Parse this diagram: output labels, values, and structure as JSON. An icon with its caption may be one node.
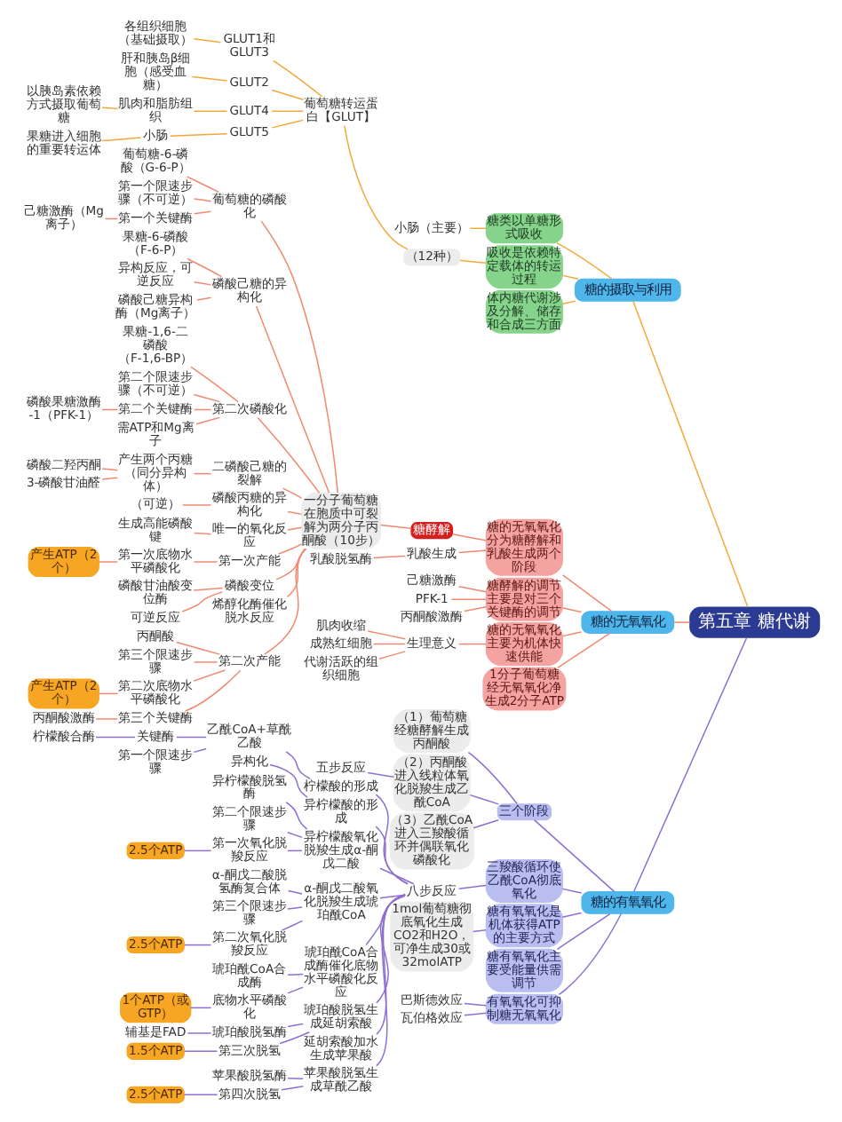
{
  "diagram": {
    "nodes": [
      {
        "text": [
          "第五章 糖代谢"
        ]
      },
      {
        "text": [
          "糖的摄取与利用"
        ]
      },
      {
        "text": [
          "糖类以单糖形式吸收"
        ]
      },
      {
        "text": [
          "小肠（主要）"
        ]
      },
      {
        "text": [
          "吸收是依赖特定载体的转运过程"
        ]
      },
      {
        "text": [
          "（12种）"
        ]
      },
      {
        "text": [
          "葡萄糖转运蛋白【GLUT】"
        ]
      },
      {
        "text": [
          "GLUT1和GLUT3"
        ]
      },
      {
        "text": [
          "各组织细胞（基础摄取）"
        ]
      },
      {
        "text": [
          "GLUT2"
        ]
      },
      {
        "text": [
          "肝和胰岛β细胞（感受血糖）"
        ]
      },
      {
        "text": [
          "GLUT4"
        ]
      },
      {
        "text": [
          "肌肉和脂肪组织"
        ]
      },
      {
        "text": [
          "以胰岛素依赖方式摄取葡萄糖"
        ]
      },
      {
        "text": [
          "GLUT5"
        ]
      },
      {
        "text": [
          "小肠"
        ]
      },
      {
        "text": [
          "果糖进入细胞的重要转运体"
        ]
      },
      {
        "text": [
          "体内糖代谢涉及分解、储存和合成三方面"
        ]
      },
      {
        "text": [
          "糖的无氧氧化"
        ]
      },
      {
        "text": [
          "糖的无氧氧化分为糖酵解和乳酸生成两个阶段"
        ]
      },
      {
        "text": [
          "糖酵解"
        ]
      },
      {
        "text": [
          "一分子葡萄糖在胞质中可裂解为两分子丙酮酸（10步）"
        ]
      },
      {
        "text": [
          "葡萄糖的磷酸化"
        ]
      },
      {
        "text": [
          "葡萄糖-6-磷酸（G-6-P）"
        ]
      },
      {
        "text": [
          "第一个限速步骤（不可逆）"
        ]
      },
      {
        "text": [
          "第一个关键酶"
        ]
      },
      {
        "text": [
          "己糖激酶（Mg离子）"
        ]
      },
      {
        "text": [
          "磷酸己糖的异构化"
        ]
      },
      {
        "text": [
          "果糖-6-磷酸（F-6-P）"
        ]
      },
      {
        "text": [
          "异构反应，可逆反应"
        ]
      },
      {
        "text": [
          "磷酸己糖异构酶（Mg离子）"
        ]
      },
      {
        "text": [
          "第二次磷酸化"
        ]
      },
      {
        "text": [
          "果糖-1,6-二磷酸（F-1,6-BP）"
        ]
      },
      {
        "text": [
          "第二个限速步骤（不可逆）"
        ]
      },
      {
        "text": [
          "第二个关键酶"
        ]
      },
      {
        "text": [
          "磷酸果糖激酶-1（PFK-1）"
        ]
      },
      {
        "text": [
          "需ATP和Mg离子"
        ]
      },
      {
        "text": [
          "二磷酸己糖的裂解"
        ]
      },
      {
        "text": [
          "产生两个丙糖（同分异构体）"
        ]
      },
      {
        "text": [
          "磷酸二羟丙酮"
        ]
      },
      {
        "text": [
          "3-磷酸甘油醛"
        ]
      },
      {
        "text": [
          "磷酸丙糖的异构化"
        ]
      },
      {
        "text": [
          "（可逆）"
        ]
      },
      {
        "text": [
          "唯一的氧化反应"
        ]
      },
      {
        "text": [
          "生成高能磷酸键"
        ]
      },
      {
        "text": [
          "第一次产能"
        ]
      },
      {
        "text": [
          "第一次底物水平磷酸化"
        ]
      },
      {
        "text": [
          "产生ATP（2个）"
        ]
      },
      {
        "text": [
          "磷酸变位"
        ]
      },
      {
        "text": [
          "磷酸甘油酸变位酶"
        ]
      },
      {
        "text": [
          "可逆反应"
        ]
      },
      {
        "text": [
          "烯醇化酶催化脱水反应"
        ]
      },
      {
        "text": [
          "第二次产能"
        ]
      },
      {
        "text": [
          "丙酮酸"
        ]
      },
      {
        "text": [
          "第三个限速步骤"
        ]
      },
      {
        "text": [
          "第二次底物水平磷酸化"
        ]
      },
      {
        "text": [
          "产生ATP（2个）"
        ]
      },
      {
        "text": [
          "第三个关键酶"
        ]
      },
      {
        "text": [
          "丙酮酸激酶"
        ]
      },
      {
        "text": [
          "乳酸生成"
        ]
      },
      {
        "text": [
          "乳酸脱氢酶"
        ]
      },
      {
        "text": [
          "糖酵解的调节主要是对三个关键酶的调节"
        ]
      },
      {
        "text": [
          "己糖激酶"
        ]
      },
      {
        "text": [
          "PFK-1"
        ]
      },
      {
        "text": [
          "丙酮酸激酶"
        ]
      },
      {
        "text": [
          "糖的无氧氧化主要为机体快速供能"
        ]
      },
      {
        "text": [
          "生理意义"
        ]
      },
      {
        "text": [
          "肌肉收缩"
        ]
      },
      {
        "text": [
          "成熟红细胞"
        ]
      },
      {
        "text": [
          "代谢活跃的组织细胞"
        ]
      },
      {
        "text": [
          "1分子葡萄糖经无氧氧化净生成2分子ATP"
        ]
      },
      {
        "text": [
          "糖的有氧氧化"
        ]
      },
      {
        "text": [
          "三个阶段"
        ]
      },
      {
        "text": [
          "（1）葡萄糖经糖酵解生成丙酮酸"
        ]
      },
      {
        "text": [
          "（2）丙酮酸进入线粒体氧化脱羧生成乙酰CoA"
        ]
      },
      {
        "text": [
          "五步反应"
        ]
      },
      {
        "text": [
          "（3）乙酰CoA进入三羧酸循环并偶联氧化磷酸化"
        ]
      },
      {
        "text": [
          "三羧酸循环使乙酰CoA彻底氧化"
        ]
      },
      {
        "text": [
          "八步反应"
        ]
      },
      {
        "text": [
          "柠檬酸的形成"
        ]
      },
      {
        "text": [
          "乙酰CoA+草酰乙酸"
        ]
      },
      {
        "text": [
          "关键酶"
        ]
      },
      {
        "text": [
          "柠檬酸合酶"
        ]
      },
      {
        "text": [
          "第一个限速步骤"
        ]
      },
      {
        "text": [
          "异柠檬酸的形成"
        ]
      },
      {
        "text": [
          "异构化"
        ]
      },
      {
        "text": [
          "异柠檬酸氧化脱羧生成α-酮戊二酸"
        ]
      },
      {
        "text": [
          "异柠檬酸脱氢酶"
        ]
      },
      {
        "text": [
          "第二个限速步骤"
        ]
      },
      {
        "text": [
          "第一次氧化脱羧反应"
        ]
      },
      {
        "text": [
          "2.5个ATP"
        ]
      },
      {
        "text": [
          "α-酮戊二酸氧化脱羧生成琥珀酰CoA"
        ]
      },
      {
        "text": [
          "α-酮戊二酸脱氢酶复合体"
        ]
      },
      {
        "text": [
          "第三个限速步骤"
        ]
      },
      {
        "text": [
          "第二次氧化脱羧反应"
        ]
      },
      {
        "text": [
          "2.5个ATP"
        ]
      },
      {
        "text": [
          "琥珀酰CoA合成酶催化底物水平磷酸化反应"
        ]
      },
      {
        "text": [
          "琥珀酰CoA合成酶"
        ]
      },
      {
        "text": [
          "底物水平磷酸化"
        ]
      },
      {
        "text": [
          "1个ATP（或GTP）"
        ]
      },
      {
        "text": [
          "琥珀酸脱氢生成延胡索酸"
        ]
      },
      {
        "text": [
          "琥珀酸脱氢酶"
        ]
      },
      {
        "text": [
          "辅基是FAD"
        ]
      },
      {
        "text": [
          "第三次脱氢"
        ]
      },
      {
        "text": [
          "1.5个ATP"
        ]
      },
      {
        "text": [
          "延胡索酸加水生成苹果酸"
        ]
      },
      {
        "text": [
          "苹果酸脱氢生成草酰乙酸"
        ]
      },
      {
        "text": [
          "苹果酸脱氢酶"
        ]
      },
      {
        "text": [
          "第四次脱氢"
        ]
      },
      {
        "text": [
          "2.5个ATP"
        ]
      },
      {
        "text": [
          "糖有氧氧化是机体获得ATP的主要方式"
        ]
      },
      {
        "text": [
          "1mol葡萄糖彻底氧化生成CO2和H2O，可净生成30或32molATP"
        ]
      },
      {
        "text": [
          "糖有氧氧化主要受能量供需调节"
        ]
      },
      {
        "text": [
          "有氧氧化可抑制糖无氧氧化"
        ]
      },
      {
        "text": [
          "巴斯德效应"
        ]
      },
      {
        "text": [
          "瓦伯格效应"
        ]
      }
    ],
    "edges": [
      {
        "from": 0,
        "to": 1,
        "arrow": "none",
        "color": "#f2a93b"
      },
      {
        "from": 1,
        "to": 2,
        "arrow": "none",
        "color": "#f2a93b"
      },
      {
        "from": 2,
        "to": 3,
        "arrow": "none",
        "color": "#f2a93b"
      },
      {
        "from": 1,
        "to": 4,
        "arrow": "none",
        "color": "#f2a93b"
      },
      {
        "from": 4,
        "to": 5,
        "arrow": "none",
        "color": "#f2a93b"
      },
      {
        "from": 5,
        "to": 6,
        "arrow": "none",
        "color": "#f2a93b"
      },
      {
        "from": 6,
        "to": 7,
        "arrow": "none",
        "color": "#f2a93b"
      },
      {
        "from": 7,
        "to": 8,
        "arrow": "none",
        "color": "#f2a93b"
      },
      {
        "from": 6,
        "to": 9,
        "arrow": "none",
        "color": "#f2a93b"
      },
      {
        "from": 9,
        "to": 10,
        "arrow": "none",
        "color": "#f2a93b"
      },
      {
        "from": 6,
        "to": 11,
        "arrow": "none",
        "color": "#f2a93b"
      },
      {
        "from": 11,
        "to": 12,
        "arrow": "none",
        "color": "#f2a93b"
      },
      {
        "from": 12,
        "to": 13,
        "arrow": "none",
        "color": "#f2a93b"
      },
      {
        "from": 6,
        "to": 14,
        "arrow": "none",
        "color": "#f2a93b"
      },
      {
        "from": 14,
        "to": 15,
        "arrow": "none",
        "color": "#f2a93b"
      },
      {
        "from": 15,
        "to": 16,
        "arrow": "none",
        "color": "#f2a93b"
      },
      {
        "from": 1,
        "to": 17,
        "arrow": "none",
        "color": "#f2a93b"
      },
      {
        "from": 0,
        "to": 18,
        "arrow": "none"
      },
      {
        "from": 18,
        "to": 19,
        "arrow": "none"
      },
      {
        "from": 19,
        "to": 20,
        "arrow": "none"
      },
      {
        "from": 20,
        "to": 21,
        "arrow": "none"
      },
      {
        "from": 21,
        "to": 22,
        "arrow": "none"
      },
      {
        "from": 22,
        "to": 23,
        "arrow": "none"
      },
      {
        "from": 22,
        "to": 24,
        "arrow": "none"
      },
      {
        "from": 22,
        "to": 25,
        "arrow": "none"
      },
      {
        "from": 25,
        "to": 26,
        "arrow": "none"
      },
      {
        "from": 21,
        "to": 27,
        "arrow": "none"
      },
      {
        "from": 27,
        "to": 28,
        "arrow": "none"
      },
      {
        "from": 27,
        "to": 29,
        "arrow": "none"
      },
      {
        "from": 27,
        "to": 30,
        "arrow": "none"
      },
      {
        "from": 21,
        "to": 31,
        "arrow": "none"
      },
      {
        "from": 31,
        "to": 32,
        "arrow": "none"
      },
      {
        "from": 31,
        "to": 33,
        "arrow": "none"
      },
      {
        "from": 31,
        "to": 34,
        "arrow": "none"
      },
      {
        "from": 34,
        "to": 35,
        "arrow": "none"
      },
      {
        "from": 31,
        "to": 36,
        "arrow": "none"
      },
      {
        "from": 21,
        "to": 37,
        "arrow": "none"
      },
      {
        "from": 37,
        "to": 38,
        "arrow": "none"
      },
      {
        "from": 38,
        "to": 39,
        "arrow": "none"
      },
      {
        "from": 38,
        "to": 40,
        "arrow": "none"
      },
      {
        "from": 21,
        "to": 41,
        "arrow": "none"
      },
      {
        "from": 41,
        "to": 42,
        "arrow": "none"
      },
      {
        "from": 21,
        "to": 43,
        "arrow": "none"
      },
      {
        "from": 43,
        "to": 44,
        "arrow": "none"
      },
      {
        "from": 21,
        "to": 45,
        "arrow": "none"
      },
      {
        "from": 45,
        "to": 46,
        "arrow": "none"
      },
      {
        "from": 46,
        "to": 47,
        "arrow": "none"
      },
      {
        "from": 21,
        "to": 48,
        "arrow": "none"
      },
      {
        "from": 48,
        "to": 49,
        "arrow": "none"
      },
      {
        "from": 48,
        "to": 50,
        "arrow": "none"
      },
      {
        "from": 21,
        "to": 51,
        "arrow": "none"
      },
      {
        "from": 21,
        "to": 52,
        "arrow": "none"
      },
      {
        "from": 52,
        "to": 53,
        "arrow": "none"
      },
      {
        "from": 52,
        "to": 54,
        "arrow": "none"
      },
      {
        "from": 52,
        "to": 55,
        "arrow": "none"
      },
      {
        "from": 55,
        "to": 56,
        "arrow": "none"
      },
      {
        "from": 52,
        "to": 57,
        "arrow": "none"
      },
      {
        "from": 57,
        "to": 58,
        "arrow": "none"
      },
      {
        "from": 19,
        "to": 59,
        "arrow": "none"
      },
      {
        "from": 59,
        "to": 60,
        "arrow": "none"
      },
      {
        "from": 18,
        "to": 61,
        "arrow": "none"
      },
      {
        "from": 61,
        "to": 62,
        "arrow": "none"
      },
      {
        "from": 61,
        "to": 63,
        "arrow": "none"
      },
      {
        "from": 61,
        "to": 64,
        "arrow": "none"
      },
      {
        "from": 18,
        "to": 65,
        "arrow": "none"
      },
      {
        "from": 65,
        "to": 66,
        "arrow": "none"
      },
      {
        "from": 66,
        "to": 67,
        "arrow": "none"
      },
      {
        "from": 66,
        "to": 68,
        "arrow": "none"
      },
      {
        "from": 66,
        "to": 69,
        "arrow": "none"
      },
      {
        "from": 18,
        "to": 70,
        "arrow": "none"
      },
      {
        "from": 0,
        "to": 71,
        "arrow": "none",
        "color": "#8e6fd0"
      },
      {
        "from": 71,
        "to": 72,
        "arrow": "none",
        "color": "#8e6fd0"
      },
      {
        "from": 72,
        "to": 73,
        "arrow": "none",
        "color": "#8e6fd0"
      },
      {
        "from": 72,
        "to": 74,
        "arrow": "none",
        "color": "#8e6fd0"
      },
      {
        "from": 74,
        "to": 75,
        "arrow": "none",
        "color": "#8e6fd0"
      },
      {
        "from": 72,
        "to": 76,
        "arrow": "none",
        "color": "#8e6fd0"
      },
      {
        "from": 71,
        "to": 77,
        "arrow": "none",
        "color": "#8e6fd0"
      },
      {
        "from": 77,
        "to": 78,
        "arrow": "none",
        "color": "#8e6fd0"
      },
      {
        "from": 78,
        "to": 79,
        "arrow": "none",
        "color": "#8e6fd0"
      },
      {
        "from": 79,
        "to": 80,
        "arrow": "none",
        "color": "#8e6fd0"
      },
      {
        "from": 80,
        "to": 81,
        "arrow": "none",
        "color": "#8e6fd0"
      },
      {
        "from": 81,
        "to": 82,
        "arrow": "none",
        "color": "#8e6fd0"
      },
      {
        "from": 80,
        "to": 83,
        "arrow": "none",
        "color": "#8e6fd0"
      },
      {
        "from": 78,
        "to": 84,
        "arrow": "none",
        "color": "#8e6fd0"
      },
      {
        "from": 84,
        "to": 85,
        "arrow": "none",
        "color": "#8e6fd0"
      },
      {
        "from": 78,
        "to": 86,
        "arrow": "none",
        "color": "#8e6fd0"
      },
      {
        "from": 86,
        "to": 87,
        "arrow": "none",
        "color": "#8e6fd0"
      },
      {
        "from": 86,
        "to": 88,
        "arrow": "none",
        "color": "#8e6fd0"
      },
      {
        "from": 86,
        "to": 89,
        "arrow": "none",
        "color": "#8e6fd0"
      },
      {
        "from": 89,
        "to": 90,
        "arrow": "none",
        "color": "#8e6fd0"
      },
      {
        "from": 78,
        "to": 91,
        "arrow": "none",
        "color": "#8e6fd0"
      },
      {
        "from": 91,
        "to": 92,
        "arrow": "none",
        "color": "#8e6fd0"
      },
      {
        "from": 91,
        "to": 93,
        "arrow": "none",
        "color": "#8e6fd0"
      },
      {
        "from": 91,
        "to": 94,
        "arrow": "none",
        "color": "#8e6fd0"
      },
      {
        "from": 94,
        "to": 95,
        "arrow": "none",
        "color": "#8e6fd0"
      },
      {
        "from": 78,
        "to": 96,
        "arrow": "none",
        "color": "#8e6fd0"
      },
      {
        "from": 96,
        "to": 97,
        "arrow": "none",
        "color": "#8e6fd0"
      },
      {
        "from": 96,
        "to": 98,
        "arrow": "none",
        "color": "#8e6fd0"
      },
      {
        "from": 98,
        "to": 99,
        "arrow": "none",
        "color": "#8e6fd0"
      },
      {
        "from": 78,
        "to": 100,
        "arrow": "none",
        "color": "#8e6fd0"
      },
      {
        "from": 100,
        "to": 101,
        "arrow": "none",
        "color": "#8e6fd0"
      },
      {
        "from": 101,
        "to": 102,
        "arrow": "none",
        "color": "#8e6fd0"
      },
      {
        "from": 100,
        "to": 103,
        "arrow": "none",
        "color": "#8e6fd0"
      },
      {
        "from": 103,
        "to": 104,
        "arrow": "none",
        "color": "#8e6fd0"
      },
      {
        "from": 78,
        "to": 105,
        "arrow": "none",
        "color": "#8e6fd0"
      },
      {
        "from": 78,
        "to": 106,
        "arrow": "none",
        "color": "#8e6fd0"
      },
      {
        "from": 106,
        "to": 107,
        "arrow": "none",
        "color": "#8e6fd0"
      },
      {
        "from": 106,
        "to": 108,
        "arrow": "none",
        "color": "#8e6fd0"
      },
      {
        "from": 108,
        "to": 109,
        "arrow": "none",
        "color": "#8e6fd0"
      },
      {
        "from": 71,
        "to": 110,
        "arrow": "none",
        "color": "#8e6fd0"
      },
      {
        "from": 110,
        "to": 111,
        "arrow": "none",
        "color": "#8e6fd0"
      },
      {
        "from": 71,
        "to": 112,
        "arrow": "none",
        "color": "#8e6fd0"
      },
      {
        "from": 71,
        "to": 113,
        "arrow": "none",
        "color": "#8e6fd0"
      },
      {
        "from": 113,
        "to": 114,
        "arrow": "none",
        "color": "#8e6fd0"
      },
      {
        "from": 113,
        "to": 115,
        "arrow": "none",
        "color": "#8e6fd0"
      }
    ]
  }
}
